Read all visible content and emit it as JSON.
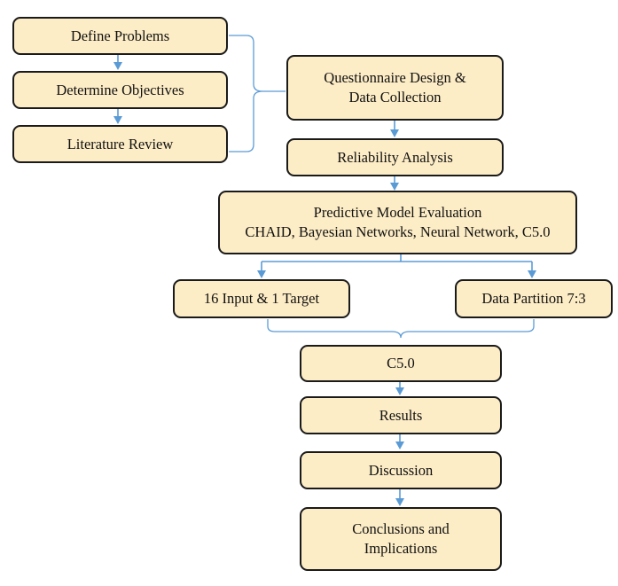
{
  "nodes": {
    "define_problems": "Define Problems",
    "determine_objectives": "Determine Objectives",
    "literature_review": "Literature Review",
    "questionnaire": [
      "Questionnaire Design &",
      "Data Collection"
    ],
    "reliability": "Reliability Analysis",
    "predictive": [
      "Predictive Model Evaluation",
      "CHAID, Bayesian Networks, Neural Network, C5.0"
    ],
    "inputs": "16 Input & 1 Target",
    "partition": "Data Partition 7:3",
    "c50": "C5.0",
    "results": "Results",
    "discussion": "Discussion",
    "conclusions": [
      "Conclusions and",
      "Implications"
    ]
  },
  "colors": {
    "box_fill": "#fdedc6",
    "box_border": "#1a1a1a",
    "connector": "#5b9bd5"
  }
}
